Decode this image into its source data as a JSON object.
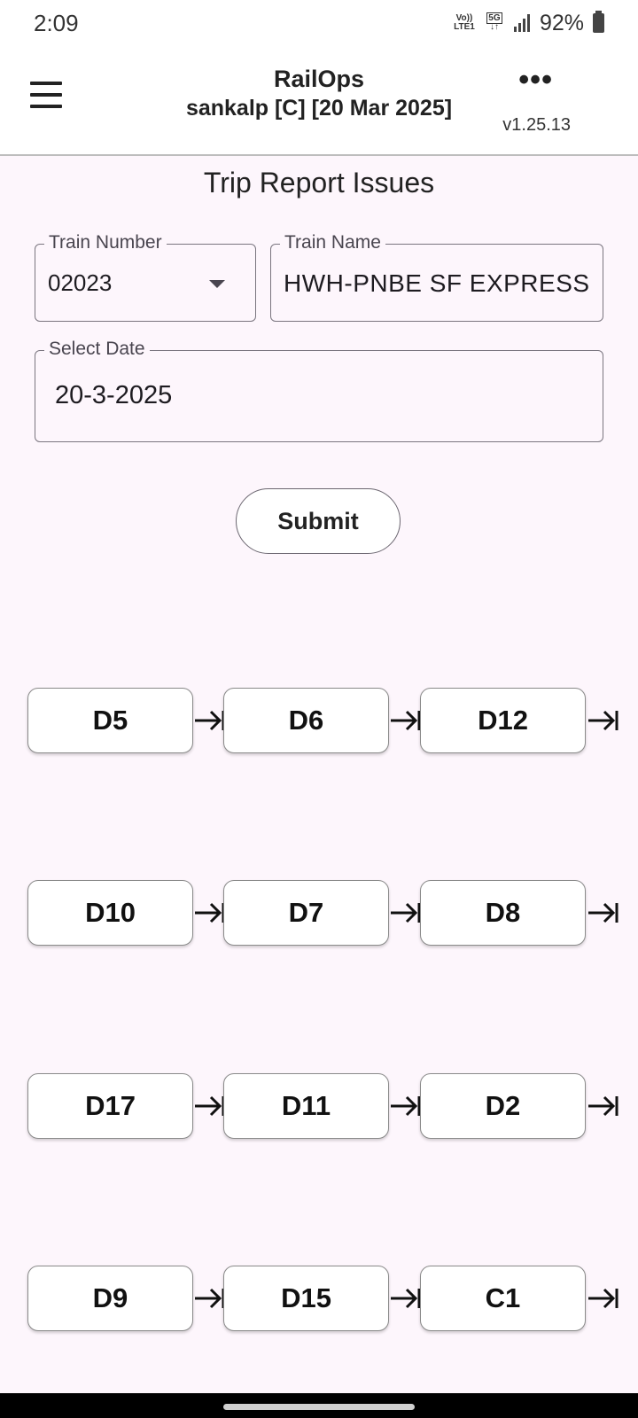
{
  "status_bar": {
    "time": "2:09",
    "volte_label": "Vo)) LTE1",
    "network_label": "5G",
    "battery_percent": "92%"
  },
  "app_bar": {
    "title": "RailOps",
    "subtitle": "sankalp  [C]  [20 Mar 2025]",
    "version": "v1.25.13"
  },
  "page": {
    "title": "Trip Report Issues"
  },
  "form": {
    "train_number_label": "Train Number",
    "train_number_value": "02023",
    "train_name_label": "Train Name",
    "train_name_value": "HWH-PNBE SF EXPRESS",
    "date_label": "Select Date",
    "date_value": "20-3-2025",
    "submit_label": "Submit"
  },
  "coaches": [
    [
      "D5",
      "D6",
      "D12"
    ],
    [
      "D10",
      "D7",
      "D8"
    ],
    [
      "D17",
      "D11",
      "D2"
    ],
    [
      "D9",
      "D15",
      "C1"
    ]
  ],
  "icons": {
    "menu": "hamburger-menu-icon",
    "more": "more-horizontal-icon",
    "dropdown": "dropdown-arrow-icon",
    "next": "arrow-right-to-bar-icon"
  }
}
